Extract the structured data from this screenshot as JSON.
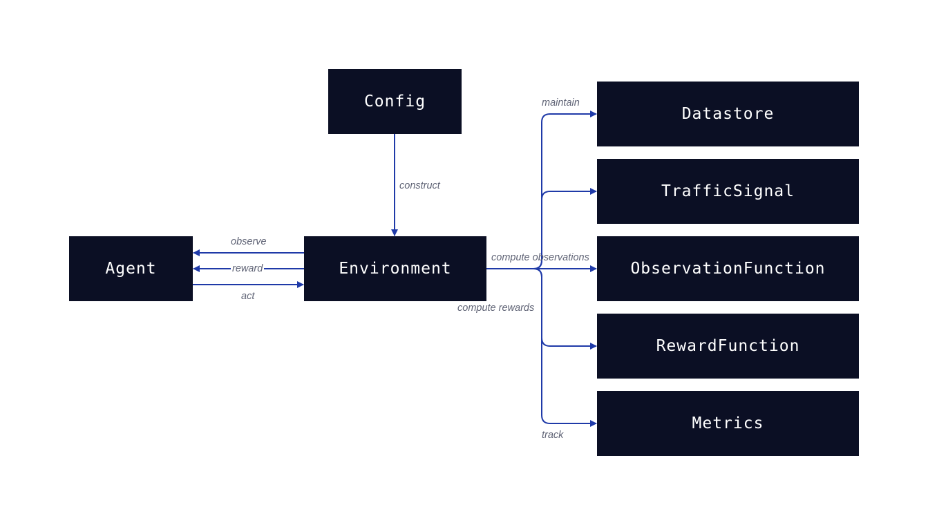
{
  "colors": {
    "node_fill": "#0b0f24",
    "node_text": "#ffffff",
    "edge": "#1f3aa8",
    "label": "#5f6375"
  },
  "nodes": {
    "config": "Config",
    "agent": "Agent",
    "environment": "Environment",
    "datastore": "Datastore",
    "traffic_signal": "TrafficSignal",
    "observation_function": "ObservationFunction",
    "reward_function": "RewardFunction",
    "metrics": "Metrics"
  },
  "edges": {
    "construct": "construct",
    "observe": "observe",
    "reward": "reward",
    "act": "act",
    "maintain": "maintain",
    "compute_observations": "compute observations",
    "compute_rewards": "compute rewards",
    "track": "track"
  }
}
